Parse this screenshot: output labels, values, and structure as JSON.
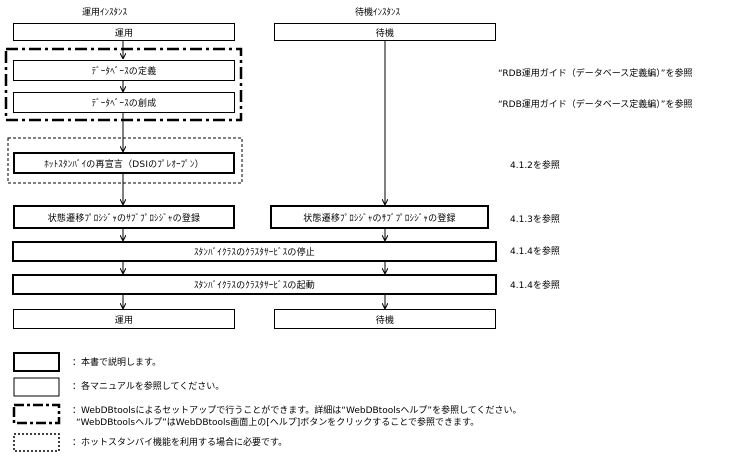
{
  "columns": {
    "left": "運用ｲﾝｽﾀﾝｽ",
    "right": "待機ｲﾝｽﾀﾝｽ"
  },
  "boxes": {
    "op_left": "運用",
    "op_right": "待機",
    "db_def": "ﾃﾞｰﾀﾍﾞｰｽの定義",
    "db_create": "ﾃﾞｰﾀﾍﾞｰｽの創成",
    "hot_standby": "ﾎｯﾄｽﾀﾝﾊﾞｲの再宣言（DSIのﾌﾟﾚｵｰﾌﾟﾝ）",
    "state_left": "状態遷移ﾌﾟﾛｼｼﾞｬのｻﾌﾞﾌﾟﾛｼｼﾞｬの登録",
    "state_right": "状態遷移ﾌﾟﾛｼｼﾞｬのｻﾌﾞﾌﾟﾛｼｼﾞｬの登録",
    "cluster_stop": "ｽﾀﾝﾊﾞｲｸﾗｽのｸﾗｽﾀｻｰﾋﾞｽの停止",
    "cluster_start": "ｽﾀﾝﾊﾞｲｸﾗｽのｸﾗｽﾀｻｰﾋﾞｽの起動",
    "end_left": "運用",
    "end_right": "待機"
  },
  "references": {
    "db_def": "“RDB運用ガイド（データベース定義編）”を参照",
    "db_create": "“RDB運用ガイド（データベース定義編）”を参照",
    "hot_standby": "4.1.2を参照",
    "state": "4.1.3を参照",
    "cluster_stop": "4.1.4を参照",
    "cluster_start": "4.1.4を参照"
  },
  "legend": {
    "thick": "：本書で説明します。",
    "thin": "：各マニュアルを参照してください。",
    "dashdot_line1": "：WebDBtoolsによるセットアップで行うことができます。詳細は“WebDBtoolsヘルプ”を参照してください。",
    "dashdot_line2": "“WebDBtoolsヘルプ”はWebDBtools画面上の[ヘルプ]ボタンをクリックすることで参照できます。",
    "dotted": "：ホットスタンバイ機能を利用する場合に必要です。"
  }
}
